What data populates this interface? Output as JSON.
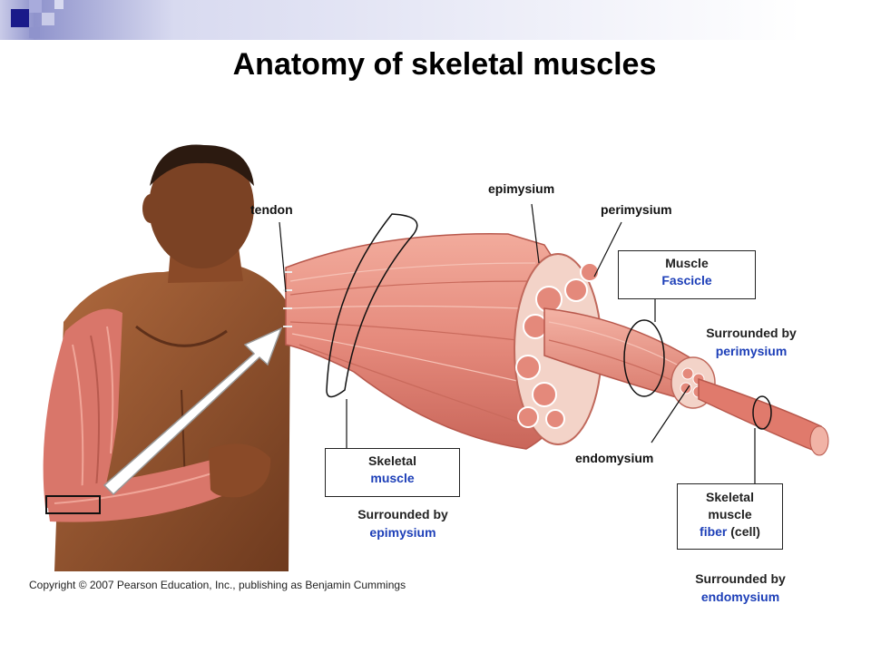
{
  "title": "Anatomy of skeletal muscles",
  "labels": {
    "tendon": "tendon",
    "epimysium": "epimysium",
    "perimysium": "perimysium",
    "endomysium": "endomysium"
  },
  "boxes": {
    "skeletal_muscle": {
      "line1": "Skeletal",
      "line2": "muscle"
    },
    "muscle_fascicle": {
      "line1": "Muscle",
      "line2": "Fascicle"
    },
    "muscle_fiber": {
      "line1": "Skeletal",
      "line2": "muscle",
      "line3_blue": "fiber",
      "line3_rest": " (cell)"
    }
  },
  "captions": {
    "epimysium": {
      "line1": "Surrounded by",
      "line2": "epimysium"
    },
    "perimysium": {
      "line1": "Surrounded by",
      "line2": "perimysium"
    },
    "endomysium": {
      "line1": "Surrounded by",
      "line2": "endomysium"
    }
  },
  "copyright": "Copyright © 2007 Pearson Education, Inc., publishing as Benjamin Cummings",
  "colors": {
    "accent_blue": "#1d3fb8",
    "muscle": "#e58a7c",
    "skin": "#9a5a34",
    "banner": "#1a1a8a"
  }
}
